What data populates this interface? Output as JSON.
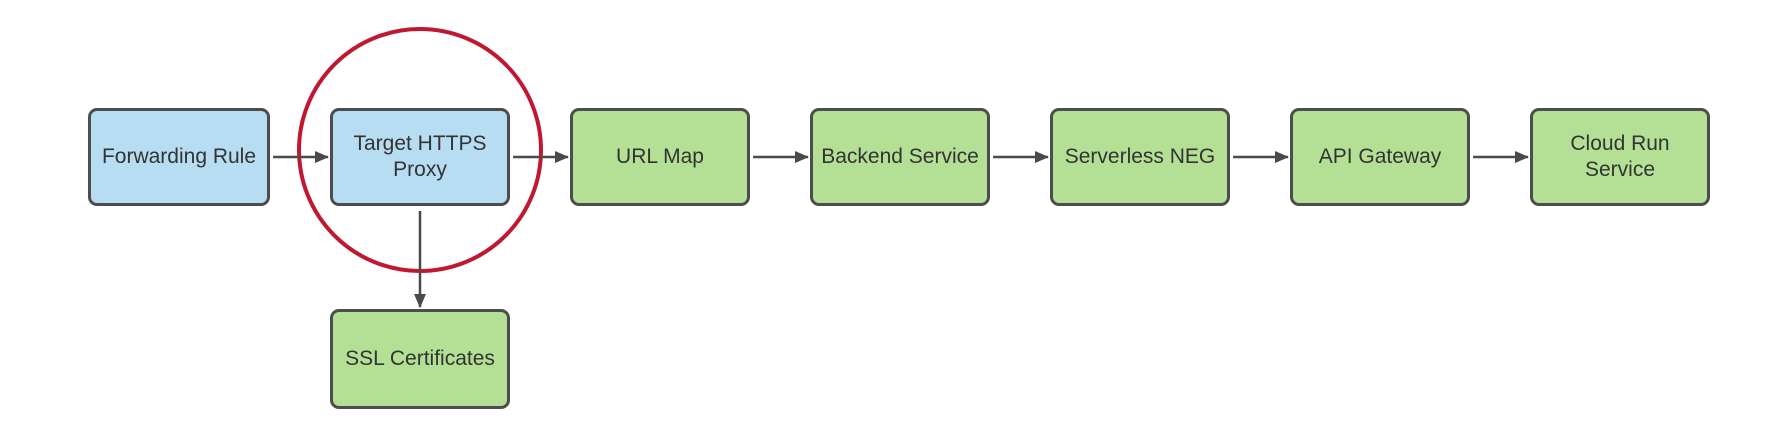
{
  "diagram": {
    "type": "flowchart",
    "direction": "left-to-right",
    "nodes": [
      {
        "id": "forwarding-rule",
        "label": "Forwarding Rule",
        "fill": "blue"
      },
      {
        "id": "target-https-proxy",
        "label": "Target HTTPS Proxy",
        "fill": "blue",
        "annotation": "red-circle-highlight"
      },
      {
        "id": "url-map",
        "label": "URL Map",
        "fill": "green"
      },
      {
        "id": "backend-service",
        "label": "Backend Service",
        "fill": "green"
      },
      {
        "id": "serverless-neg",
        "label": "Serverless NEG",
        "fill": "green"
      },
      {
        "id": "api-gateway",
        "label": "API Gateway",
        "fill": "green"
      },
      {
        "id": "cloud-run-service",
        "label": "Cloud Run Service",
        "fill": "green"
      },
      {
        "id": "ssl-certificates",
        "label": "SSL Certificates",
        "fill": "green"
      }
    ],
    "edges": [
      {
        "from": "forwarding-rule",
        "to": "target-https-proxy",
        "direction": "right"
      },
      {
        "from": "target-https-proxy",
        "to": "url-map",
        "direction": "right"
      },
      {
        "from": "url-map",
        "to": "backend-service",
        "direction": "right"
      },
      {
        "from": "backend-service",
        "to": "serverless-neg",
        "direction": "right"
      },
      {
        "from": "serverless-neg",
        "to": "api-gateway",
        "direction": "right"
      },
      {
        "from": "api-gateway",
        "to": "cloud-run-service",
        "direction": "right"
      },
      {
        "from": "target-https-proxy",
        "to": "ssl-certificates",
        "direction": "down"
      }
    ],
    "annotations": [
      {
        "shape": "circle",
        "around": "target-https-proxy",
        "color-key": "highlight-red"
      }
    ],
    "colors": {
      "background": "#ffffff",
      "fill-blue": "#b7ddf2",
      "fill-green": "#b3e095",
      "shape-stroke": "#4d4d4d",
      "arrow-color": "#4a4a4a",
      "text-color": "#333333",
      "highlight-red": "#c01830"
    }
  }
}
